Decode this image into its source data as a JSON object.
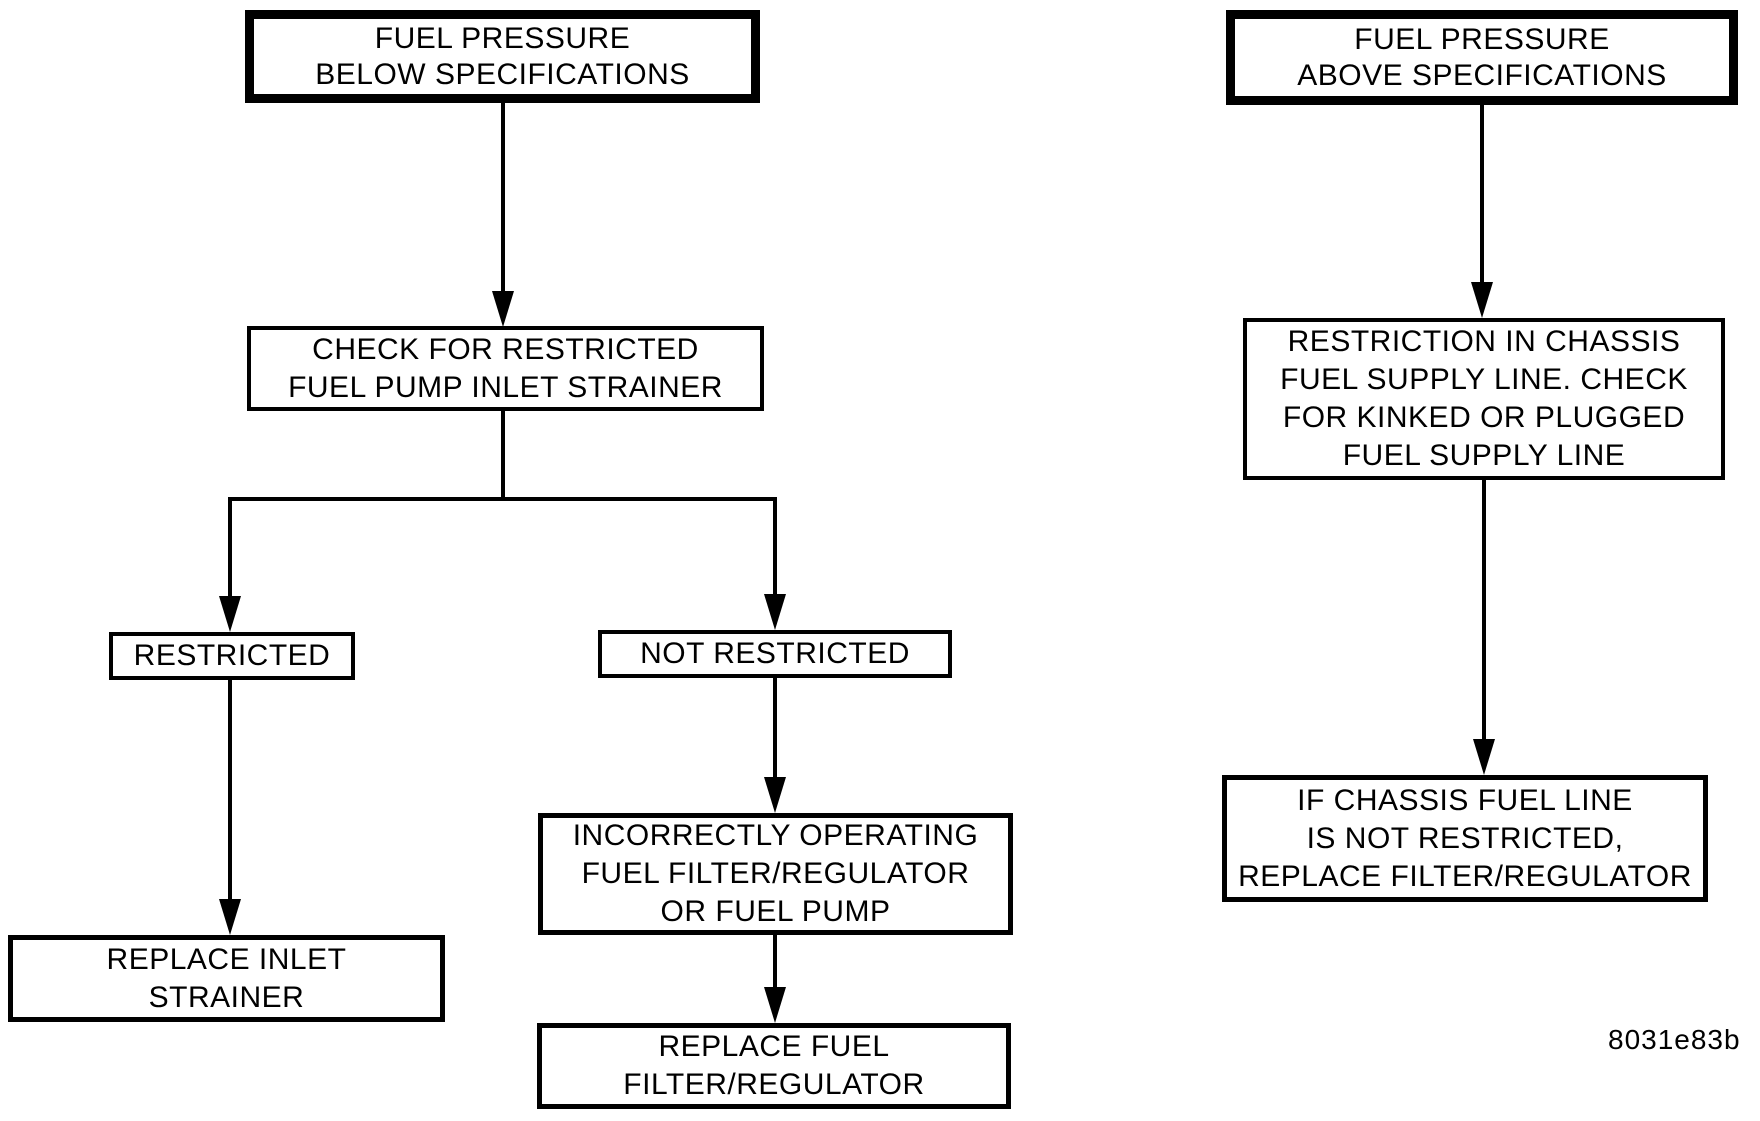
{
  "colors": {
    "ink": "#000000",
    "paper": "#ffffff"
  },
  "figure_code": "8031e83b",
  "left_chart": {
    "nodes": {
      "start": {
        "lines": [
          "FUEL PRESSURE",
          "BELOW SPECIFICATIONS"
        ]
      },
      "check_strainer": {
        "lines": [
          "CHECK FOR RESTRICTED",
          "FUEL PUMP INLET STRAINER"
        ]
      },
      "restricted": {
        "lines": [
          "RESTRICTED"
        ]
      },
      "not_restricted": {
        "lines": [
          "NOT RESTRICTED"
        ]
      },
      "replace_strainer": {
        "lines": [
          "REPLACE INLET",
          "STRAINER"
        ]
      },
      "incorrect_op": {
        "lines": [
          "INCORRECTLY OPERATING",
          "FUEL FILTER/REGULATOR",
          "OR FUEL PUMP"
        ]
      },
      "replace_filter": {
        "lines": [
          "REPLACE FUEL",
          "FILTER/REGULATOR"
        ]
      }
    }
  },
  "right_chart": {
    "nodes": {
      "start": {
        "lines": [
          "FUEL PRESSURE",
          "ABOVE SPECIFICATIONS"
        ]
      },
      "restriction_check": {
        "lines": [
          "RESTRICTION IN CHASSIS",
          "FUEL SUPPLY LINE. CHECK",
          "FOR KINKED OR PLUGGED",
          "FUEL SUPPLY LINE"
        ]
      },
      "replace_filter": {
        "lines": [
          "IF CHASSIS FUEL LINE",
          "IS NOT RESTRICTED,",
          "REPLACE FILTER/REGULATOR"
        ]
      }
    }
  }
}
